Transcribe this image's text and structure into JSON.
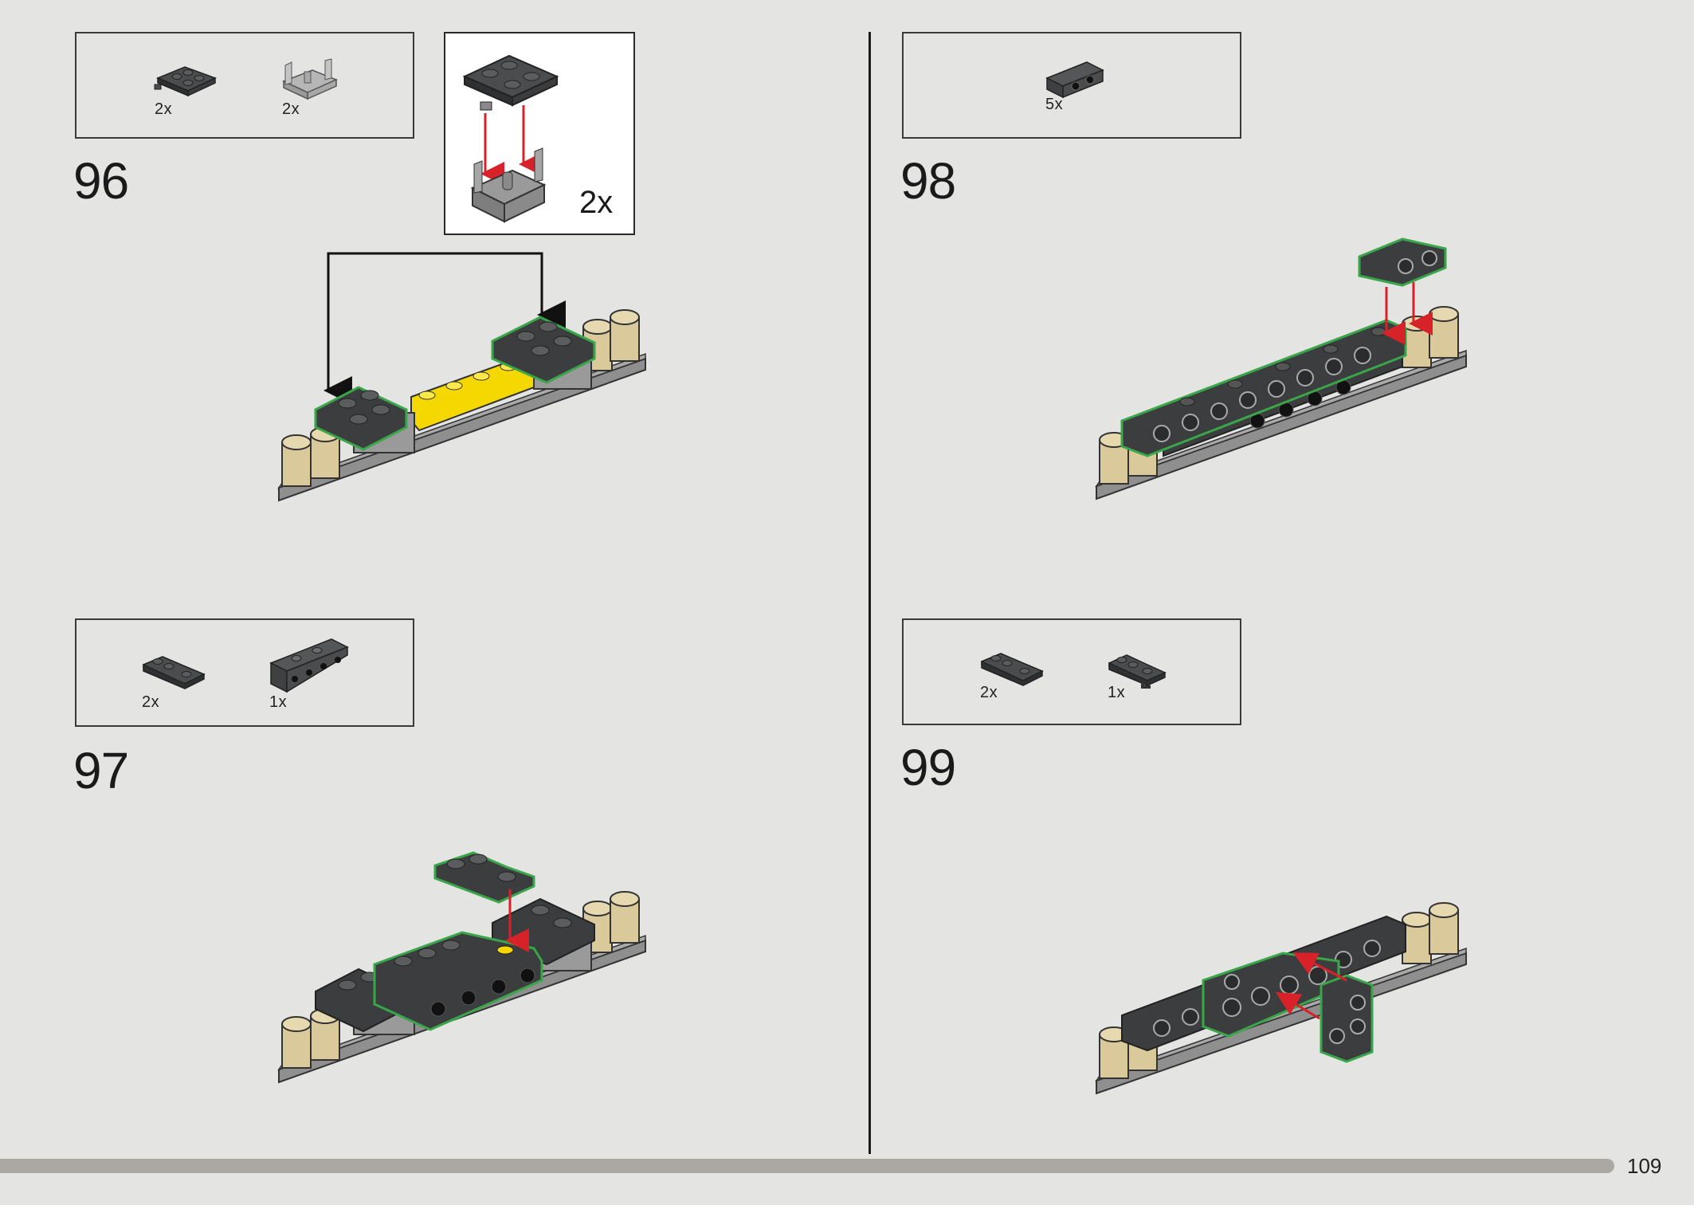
{
  "page": {
    "number": "109"
  },
  "steps": [
    {
      "number": "96",
      "parts": [
        {
          "icon": "plate-2x2-with-pin-icon",
          "qty": "2x"
        },
        {
          "icon": "hinge-base-icon",
          "qty": "2x"
        }
      ],
      "subassembly_qty": "2x"
    },
    {
      "number": "97",
      "parts": [
        {
          "icon": "plate-corner-icon",
          "qty": "2x"
        },
        {
          "icon": "bracket-1x4-icon",
          "qty": "1x"
        }
      ]
    },
    {
      "number": "98",
      "parts": [
        {
          "icon": "bracket-1x2-icon",
          "qty": "5x"
        }
      ]
    },
    {
      "number": "99",
      "parts": [
        {
          "icon": "plate-corner-icon",
          "qty": "2x"
        },
        {
          "icon": "plate-corner-with-clip-icon",
          "qty": "1x"
        }
      ]
    }
  ],
  "colors": {
    "background": "#e4e4e3",
    "brick_dark": "#3b3d3f",
    "brick_grey": "#8d8d8d",
    "tan": "#d9c99b",
    "yellow": "#f5d800",
    "highlight_green": "#3aa64a",
    "arrow_red": "#d8222a"
  }
}
